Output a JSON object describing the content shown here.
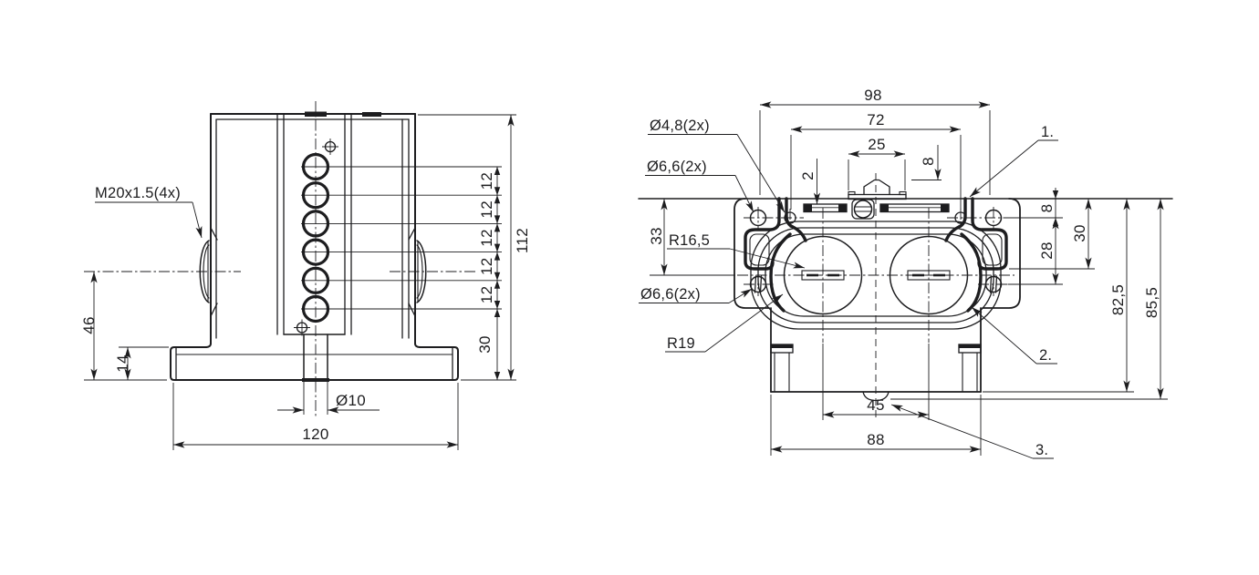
{
  "drawing": {
    "type": "engineering-two-view-drawing",
    "background_color": "#ffffff",
    "line_color": "#1d1d1f",
    "views": {
      "front": {
        "title": "front-view",
        "labels": {
          "thread": "M20x1.5(4x)",
          "dim_46": "46",
          "dim_14": "14",
          "dim_120": "120",
          "dim_d10": "Ø10",
          "dim_12": "12",
          "dim_30": "30",
          "dim_112": "112"
        },
        "pitch_repeats": 5,
        "hole_count": 6
      },
      "top": {
        "title": "top-view",
        "labels": {
          "dim_98": "98",
          "dim_72": "72",
          "dim_25": "25",
          "dim_2": "2",
          "dim_8_top": "8",
          "d48": "Ø4,8(2x)",
          "d66_upper": "Ø6,6(2x)",
          "d66_lower": "Ø6,6(2x)",
          "r165": "R16,5",
          "r19": "R19",
          "dim_33": "33",
          "dim_8_right": "8",
          "dim_28": "28",
          "dim_30_right": "30",
          "dim_825": "82,5",
          "dim_855": "85,5",
          "dim_45": "45",
          "dim_88": "88",
          "callout_1": "1.",
          "callout_2": "2.",
          "callout_3": "3."
        }
      }
    }
  }
}
